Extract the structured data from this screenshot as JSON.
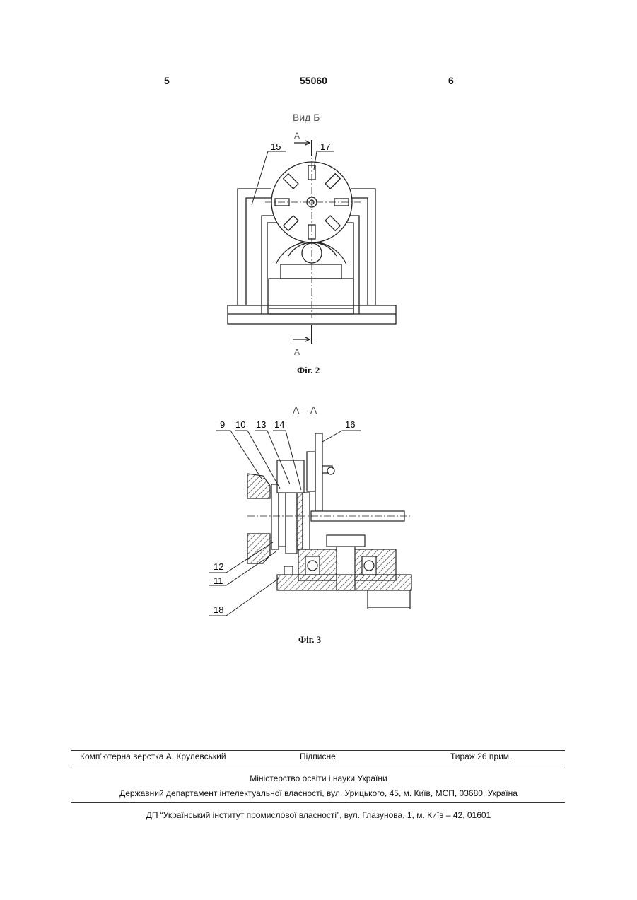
{
  "header": {
    "left_page": "5",
    "patent_number": "55060",
    "right_page": "6"
  },
  "figure2": {
    "view_label": "Вид Б",
    "section_mark_top": "А",
    "section_mark_bottom": "А",
    "callouts": [
      "15",
      "17"
    ],
    "caption": "Фіг. 2"
  },
  "figure3": {
    "section_label": "А – А",
    "callouts_top": [
      "9",
      "10",
      "13",
      "14",
      "16"
    ],
    "callouts_left": [
      "12",
      "11",
      "18"
    ],
    "caption": "Фіг. 3"
  },
  "footer": {
    "typesetting": "Комп’ютерна верстка А. Крулевський",
    "signed": "Підписне",
    "print_run": "Тираж 26 прим.",
    "ministry": "Міністерство освіти і науки України",
    "department": "Державний департамент інтелектуальної власності, вул. Урицького, 45, м. Київ, МСП, 03680, Україна",
    "publisher": "ДП “Український інститут промислової власності”, вул. Глазунова, 1, м. Київ – 42, 01601"
  }
}
